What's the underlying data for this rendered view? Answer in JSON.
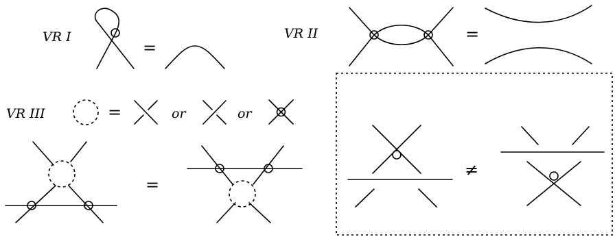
{
  "labels": {
    "vr1": "VR I",
    "vr2": "VR II",
    "vr3": "VR III",
    "or_word": "or"
  },
  "symbols": {
    "equals": "=",
    "not_equal": "≠"
  }
}
